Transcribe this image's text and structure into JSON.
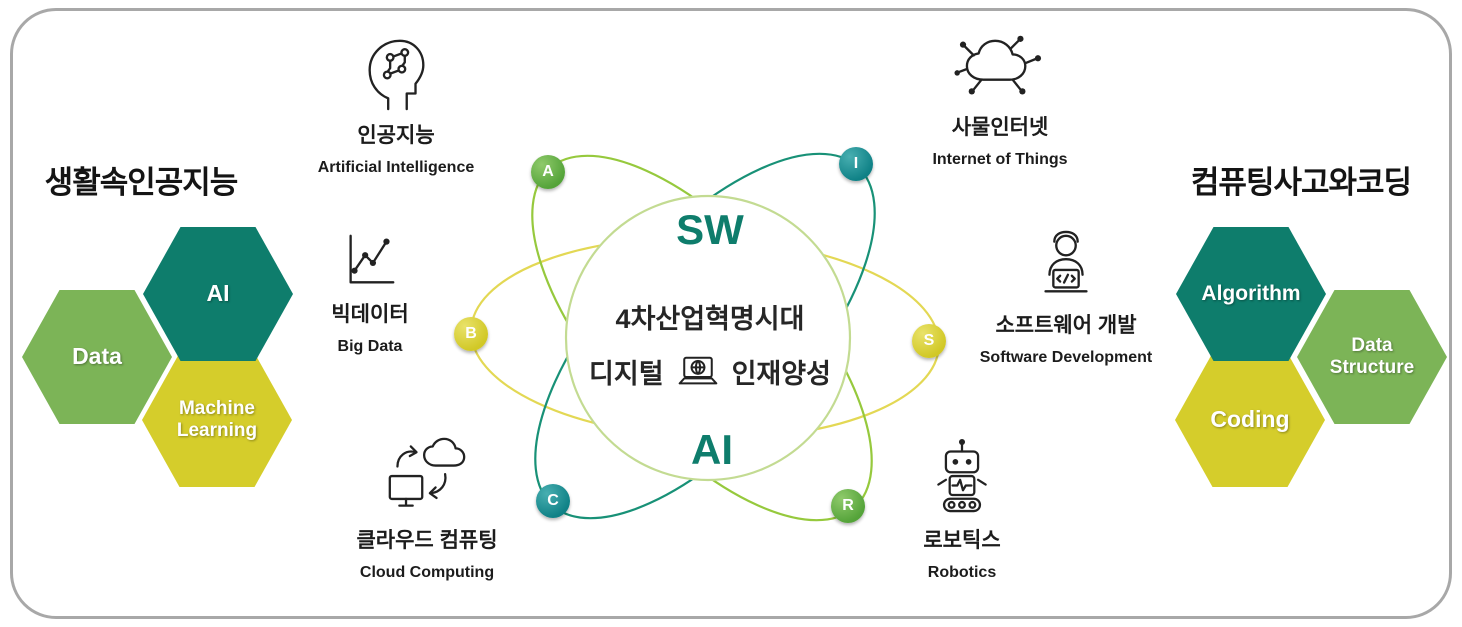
{
  "left_panel": {
    "title": "생활속인공지능",
    "hex_ai": "AI",
    "hex_data": "Data",
    "hex_ml": "Machine\nLearning"
  },
  "right_panel": {
    "title": "컴퓨팅사고와코딩",
    "hex_algorithm": "Algorithm",
    "hex_ds": "Data\nStructure",
    "hex_coding": "Coding"
  },
  "center": {
    "sw": "SW",
    "ai": "AI",
    "headline": "4차산업혁명시대",
    "sub_left": "디지털",
    "sub_right": "인재양성"
  },
  "badges": {
    "a": "A",
    "i": "I",
    "b": "B",
    "s": "S",
    "c": "C",
    "r": "R"
  },
  "topics": {
    "artificial_intelligence": {
      "ko": "인공지능",
      "en": "Artificial Intelligence"
    },
    "internet_of_things": {
      "ko": "사물인터넷",
      "en": "Internet of Things"
    },
    "big_data": {
      "ko": "빅데이터",
      "en": "Big Data"
    },
    "software_development": {
      "ko": "소프트웨어 개발",
      "en": "Software Development"
    },
    "cloud_computing": {
      "ko": "클라우드 컴퓨팅",
      "en": "Cloud Computing"
    },
    "robotics": {
      "ko": "로보틱스",
      "en": "Robotics"
    }
  },
  "colors": {
    "teal": "#0e7d6c",
    "green": "#7cb457",
    "yellow": "#d5cd2b",
    "badge_teal": "#0f8186",
    "badge_green": "#54a339",
    "badge_yellow": "#d1c826",
    "orbit_teal": "#189177",
    "orbit_green": "#96c93d",
    "orbit_yellow": "#e3d854",
    "circle_stroke": "#c3db92"
  }
}
